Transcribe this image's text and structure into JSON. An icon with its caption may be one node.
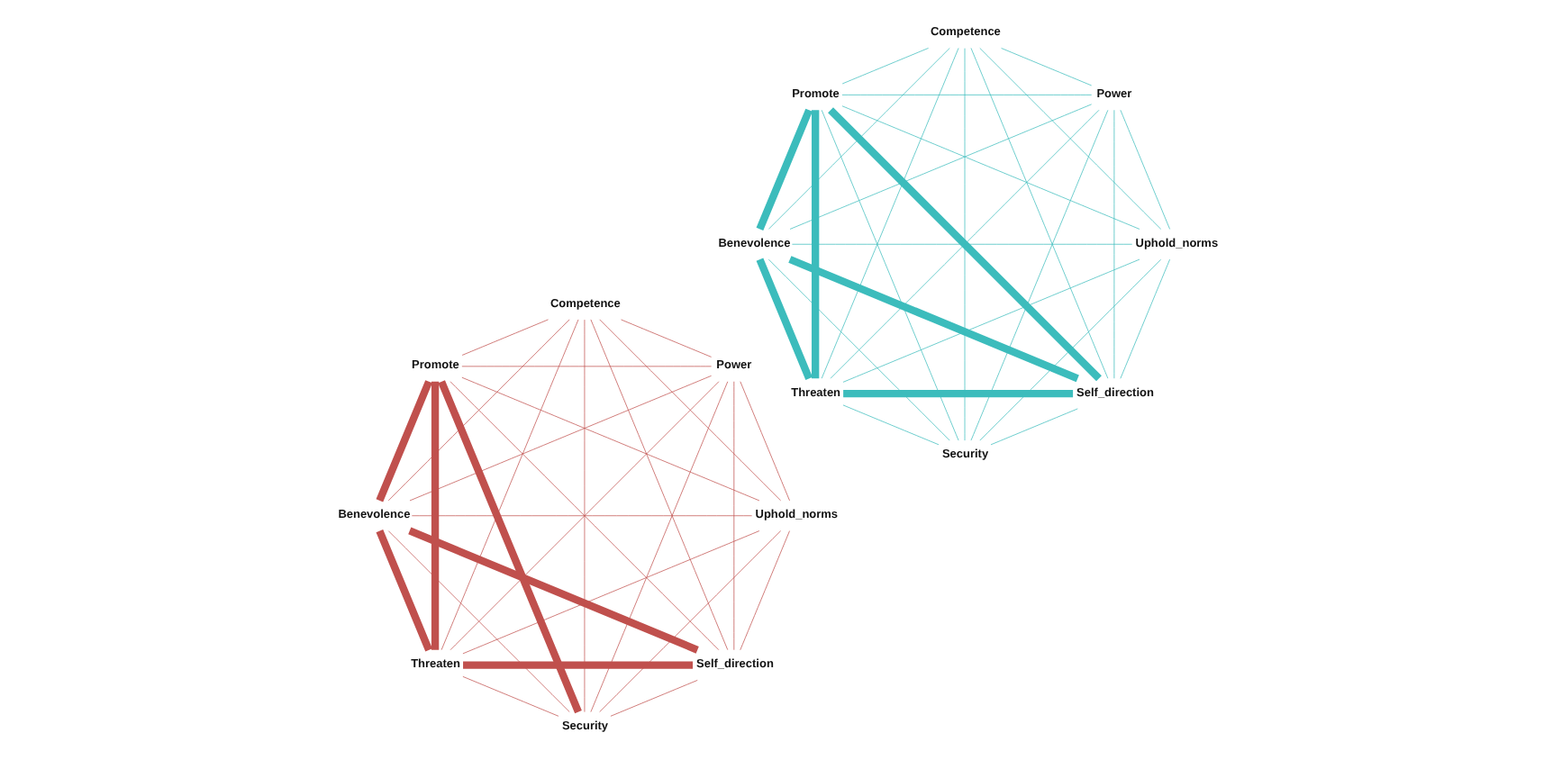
{
  "diagram": {
    "nodes": [
      {
        "text": [
          "Self_direction"
        ]
      },
      {
        "text": [
          "Uphold_norms"
        ]
      },
      {
        "text": [
          "Threaten"
        ]
      },
      {
        "text": [
          "Benevolence"
        ]
      },
      {
        "text": [
          "Promote"
        ]
      },
      {
        "text": [
          "Competence"
        ]
      },
      {
        "text": [
          "Power"
        ]
      },
      {
        "text": [
          "Security"
        ]
      },
      {
        "text": [
          "Self_direction"
        ]
      },
      {
        "text": [
          "Uphold_norms"
        ]
      },
      {
        "text": [
          "Threaten"
        ]
      },
      {
        "text": [
          "Benevolence"
        ]
      },
      {
        "text": [
          "Promote"
        ]
      },
      {
        "text": [
          "Competence"
        ]
      },
      {
        "text": [
          "Power"
        ]
      },
      {
        "text": [
          "Security"
        ]
      }
    ],
    "edges": [
      {
        "from": 0,
        "to": 1,
        "arrow": "none",
        "color": "#c0504d"
      },
      {
        "from": 0,
        "to": 2,
        "arrow": "none",
        "color": "#c0504d",
        "style": "thick"
      },
      {
        "from": 0,
        "to": 3,
        "arrow": "none",
        "color": "#c0504d",
        "style": "thick"
      },
      {
        "from": 0,
        "to": 4,
        "arrow": "none",
        "color": "#c0504d"
      },
      {
        "from": 0,
        "to": 5,
        "arrow": "none",
        "color": "#c0504d"
      },
      {
        "from": 0,
        "to": 6,
        "arrow": "none",
        "color": "#c0504d"
      },
      {
        "from": 0,
        "to": 7,
        "arrow": "none",
        "color": "#c0504d"
      },
      {
        "from": 1,
        "to": 2,
        "arrow": "none",
        "color": "#c0504d"
      },
      {
        "from": 1,
        "to": 3,
        "arrow": "none",
        "color": "#c0504d"
      },
      {
        "from": 1,
        "to": 4,
        "arrow": "none",
        "color": "#c0504d"
      },
      {
        "from": 1,
        "to": 5,
        "arrow": "none",
        "color": "#c0504d"
      },
      {
        "from": 1,
        "to": 6,
        "arrow": "none",
        "color": "#c0504d"
      },
      {
        "from": 1,
        "to": 7,
        "arrow": "none",
        "color": "#c0504d"
      },
      {
        "from": 2,
        "to": 3,
        "arrow": "none",
        "color": "#c0504d",
        "style": "thick"
      },
      {
        "from": 2,
        "to": 4,
        "arrow": "none",
        "color": "#c0504d",
        "style": "thick"
      },
      {
        "from": 2,
        "to": 5,
        "arrow": "none",
        "color": "#c0504d"
      },
      {
        "from": 2,
        "to": 6,
        "arrow": "none",
        "color": "#c0504d"
      },
      {
        "from": 2,
        "to": 7,
        "arrow": "none",
        "color": "#c0504d"
      },
      {
        "from": 3,
        "to": 4,
        "arrow": "none",
        "color": "#c0504d",
        "style": "thick"
      },
      {
        "from": 3,
        "to": 5,
        "arrow": "none",
        "color": "#c0504d"
      },
      {
        "from": 3,
        "to": 6,
        "arrow": "none",
        "color": "#c0504d"
      },
      {
        "from": 3,
        "to": 7,
        "arrow": "none",
        "color": "#c0504d"
      },
      {
        "from": 4,
        "to": 5,
        "arrow": "none",
        "color": "#c0504d"
      },
      {
        "from": 4,
        "to": 6,
        "arrow": "none",
        "color": "#c0504d"
      },
      {
        "from": 4,
        "to": 7,
        "arrow": "none",
        "color": "#c0504d",
        "style": "thick"
      },
      {
        "from": 5,
        "to": 6,
        "arrow": "none",
        "color": "#c0504d"
      },
      {
        "from": 5,
        "to": 7,
        "arrow": "none",
        "color": "#c0504d"
      },
      {
        "from": 6,
        "to": 7,
        "arrow": "none",
        "color": "#c0504d"
      },
      {
        "from": 8,
        "to": 9,
        "arrow": "none",
        "color": "#3cbcbc"
      },
      {
        "from": 8,
        "to": 10,
        "arrow": "none",
        "color": "#3cbcbc",
        "style": "thick"
      },
      {
        "from": 8,
        "to": 11,
        "arrow": "none",
        "color": "#3cbcbc",
        "style": "thick"
      },
      {
        "from": 8,
        "to": 12,
        "arrow": "none",
        "color": "#3cbcbc",
        "style": "thick"
      },
      {
        "from": 8,
        "to": 13,
        "arrow": "none",
        "color": "#3cbcbc"
      },
      {
        "from": 8,
        "to": 14,
        "arrow": "none",
        "color": "#3cbcbc"
      },
      {
        "from": 8,
        "to": 15,
        "arrow": "none",
        "color": "#3cbcbc"
      },
      {
        "from": 9,
        "to": 10,
        "arrow": "none",
        "color": "#3cbcbc"
      },
      {
        "from": 9,
        "to": 11,
        "arrow": "none",
        "color": "#3cbcbc"
      },
      {
        "from": 9,
        "to": 12,
        "arrow": "none",
        "color": "#3cbcbc"
      },
      {
        "from": 9,
        "to": 13,
        "arrow": "none",
        "color": "#3cbcbc"
      },
      {
        "from": 9,
        "to": 14,
        "arrow": "none",
        "color": "#3cbcbc"
      },
      {
        "from": 9,
        "to": 15,
        "arrow": "none",
        "color": "#3cbcbc"
      },
      {
        "from": 10,
        "to": 11,
        "arrow": "none",
        "color": "#3cbcbc",
        "style": "thick"
      },
      {
        "from": 10,
        "to": 12,
        "arrow": "none",
        "color": "#3cbcbc",
        "style": "thick"
      },
      {
        "from": 10,
        "to": 13,
        "arrow": "none",
        "color": "#3cbcbc"
      },
      {
        "from": 10,
        "to": 14,
        "arrow": "none",
        "color": "#3cbcbc"
      },
      {
        "from": 10,
        "to": 15,
        "arrow": "none",
        "color": "#3cbcbc"
      },
      {
        "from": 11,
        "to": 12,
        "arrow": "none",
        "color": "#3cbcbc",
        "style": "thick"
      },
      {
        "from": 11,
        "to": 13,
        "arrow": "none",
        "color": "#3cbcbc"
      },
      {
        "from": 11,
        "to": 14,
        "arrow": "none",
        "color": "#3cbcbc"
      },
      {
        "from": 11,
        "to": 15,
        "arrow": "none",
        "color": "#3cbcbc"
      },
      {
        "from": 12,
        "to": 13,
        "arrow": "none",
        "color": "#3cbcbc"
      },
      {
        "from": 12,
        "to": 14,
        "arrow": "none",
        "color": "#3cbcbc"
      },
      {
        "from": 12,
        "to": 15,
        "arrow": "none",
        "color": "#3cbcbc"
      },
      {
        "from": 13,
        "to": 14,
        "arrow": "none",
        "color": "#3cbcbc"
      },
      {
        "from": 13,
        "to": 15,
        "arrow": "none",
        "color": "#3cbcbc"
      },
      {
        "from": 14,
        "to": 15,
        "arrow": "none",
        "color": "#3cbcbc"
      }
    ]
  }
}
